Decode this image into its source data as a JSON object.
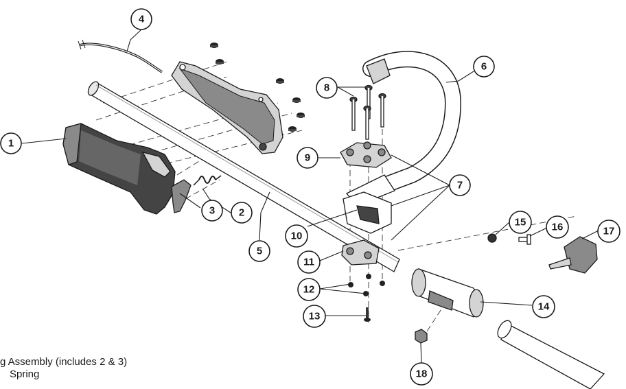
{
  "diagram": {
    "callouts": [
      {
        "id": "c1",
        "label": "1"
      },
      {
        "id": "c2",
        "label": "2"
      },
      {
        "id": "c3",
        "label": "3"
      },
      {
        "id": "c4",
        "label": "4"
      },
      {
        "id": "c5",
        "label": "5"
      },
      {
        "id": "c6",
        "label": "6"
      },
      {
        "id": "c7",
        "label": "7"
      },
      {
        "id": "c8",
        "label": "8"
      },
      {
        "id": "c9",
        "label": "9"
      },
      {
        "id": "c10",
        "label": "10"
      },
      {
        "id": "c11",
        "label": "11"
      },
      {
        "id": "c12",
        "label": "12"
      },
      {
        "id": "c13",
        "label": "13"
      },
      {
        "id": "c14",
        "label": "14"
      },
      {
        "id": "c15",
        "label": "15"
      },
      {
        "id": "c16",
        "label": "16"
      },
      {
        "id": "c17",
        "label": "17"
      },
      {
        "id": "c18",
        "label": "18"
      }
    ],
    "legend": [
      "g Assembly (includes 2 & 3)",
      "Spring"
    ],
    "colors": {
      "line": "#1a1a1a",
      "part_fill_dark": "#444444",
      "part_fill_mid": "#8a8a8a",
      "part_fill_light": "#d4d4d4"
    }
  }
}
